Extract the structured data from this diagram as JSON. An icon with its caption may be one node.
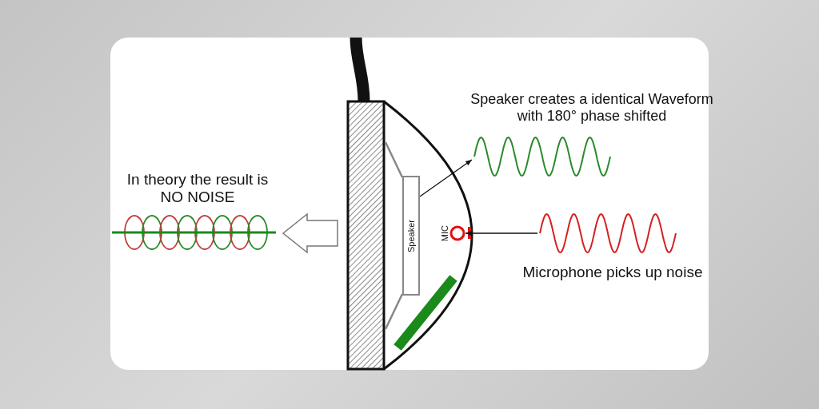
{
  "diagram": {
    "nodes": [
      {
        "text": [
          "Speaker"
        ]
      },
      {
        "text": [],
        "shape": "circle",
        "beside": [
          "MIC"
        ]
      },
      {
        "text": [],
        "shape": "picture"
      },
      {
        "text": [],
        "shape": "picture"
      },
      {
        "text": [],
        "shape": "picture"
      }
    ],
    "edges": [
      {
        "from": 0,
        "to": 2,
        "arrow": "to"
      },
      {
        "from": 3,
        "to": 1,
        "arrow": "to"
      },
      {
        "from": null,
        "to": 4,
        "arrow": "to"
      }
    ],
    "labels": [
      "Speaker creates a identical Waveform with 180° phase shifted",
      "In theory the result is NO NOISE",
      "Microphone picks up noise"
    ]
  }
}
